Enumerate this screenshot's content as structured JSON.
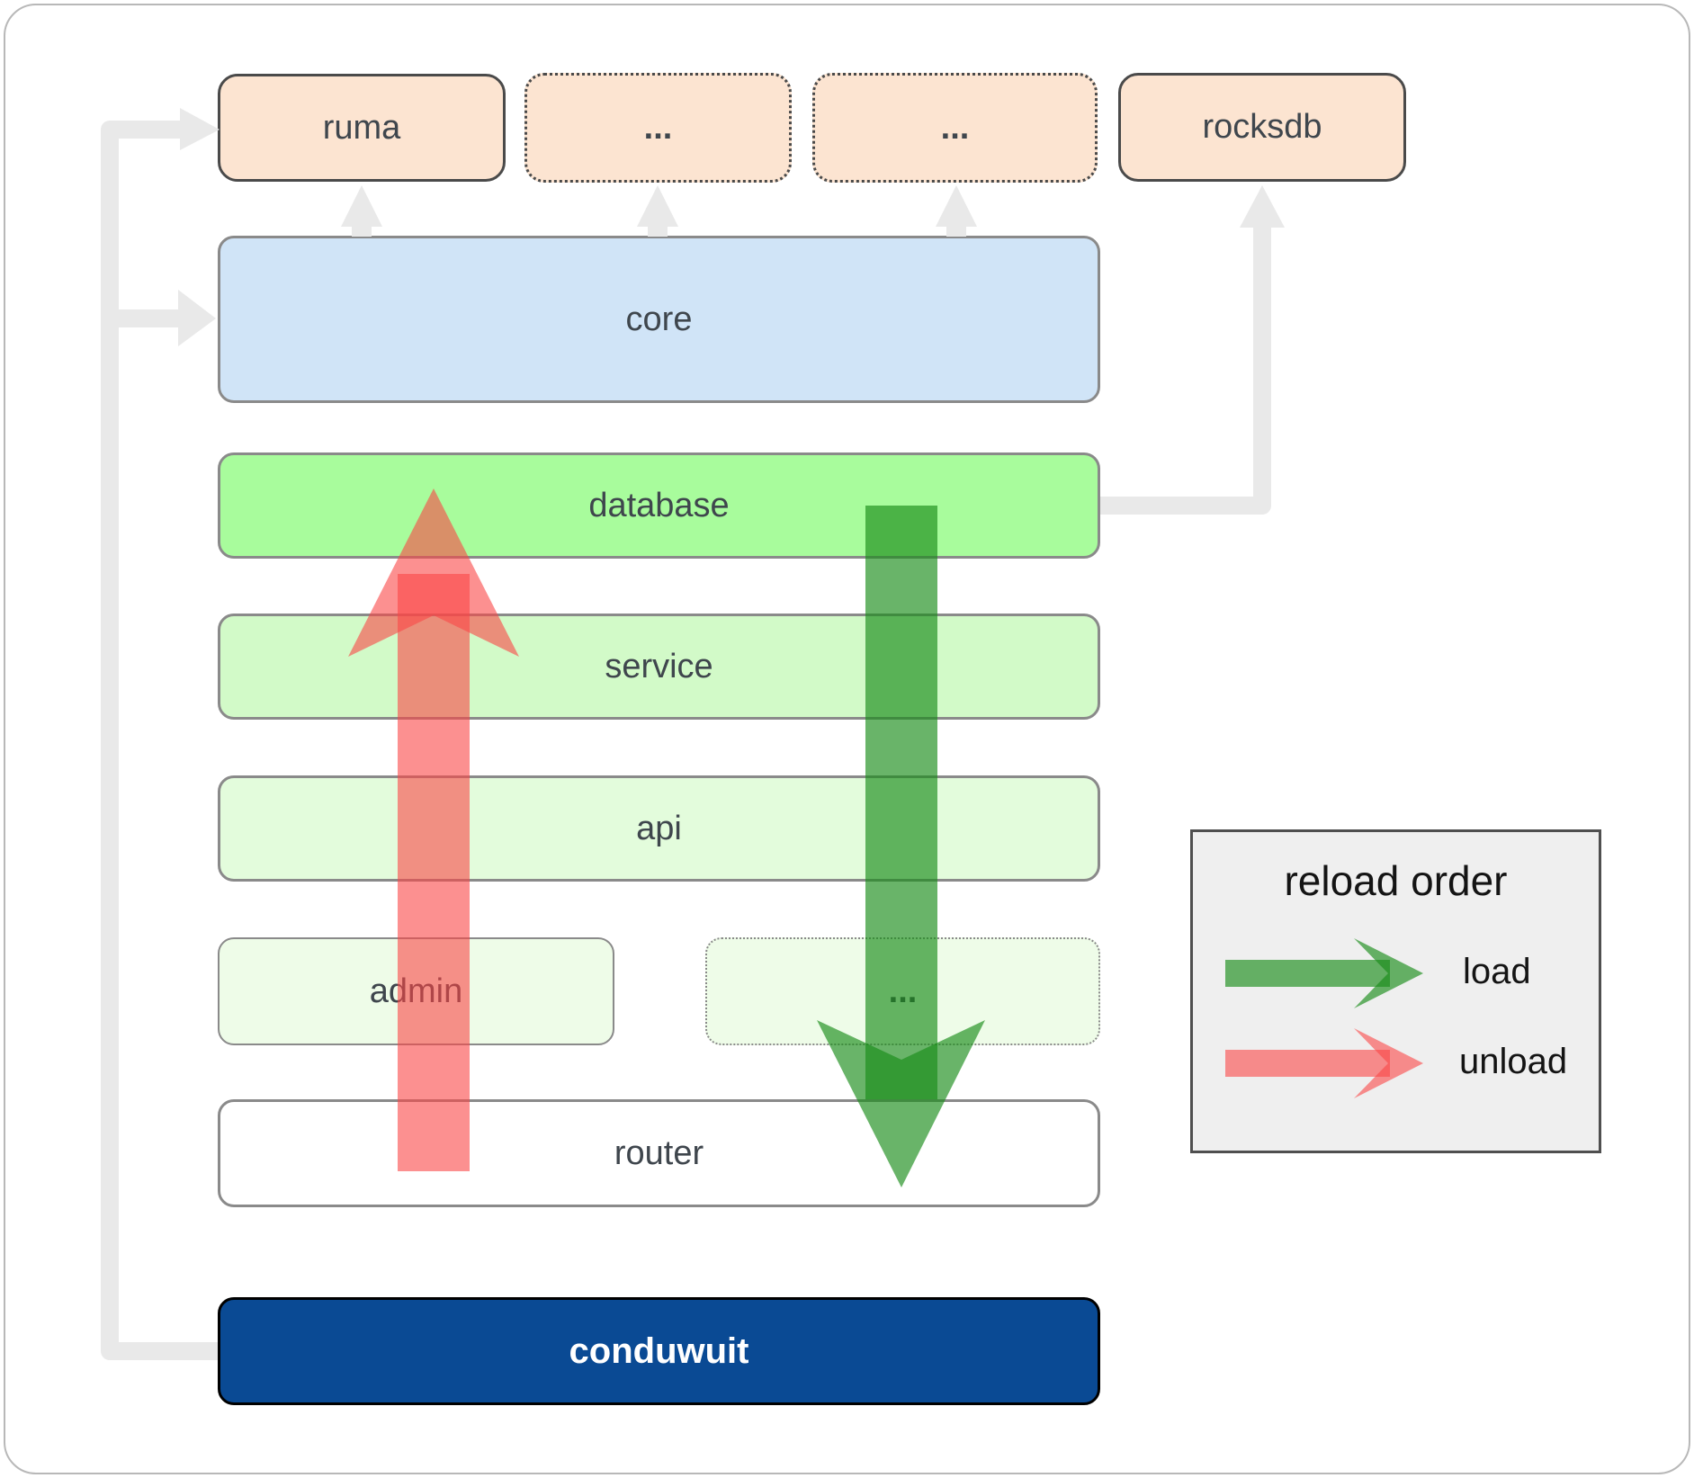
{
  "diagram": {
    "top_row": [
      {
        "label": "ruma",
        "style": "solid"
      },
      {
        "label": "...",
        "style": "dotted"
      },
      {
        "label": "...",
        "style": "dotted"
      },
      {
        "label": "rocksdb",
        "style": "solid"
      }
    ],
    "layers": [
      {
        "label": "core"
      },
      {
        "label": "database"
      },
      {
        "label": "service"
      },
      {
        "label": "api"
      }
    ],
    "split_row": [
      {
        "label": "admin",
        "style": "solid"
      },
      {
        "label": "...",
        "style": "dotted"
      }
    ],
    "router_label": "router",
    "app_label": "conduwuit"
  },
  "legend": {
    "title": "reload order",
    "items": [
      {
        "label": "load"
      },
      {
        "label": "unload"
      }
    ]
  },
  "colors": {
    "load_arrow": "#198c19",
    "unload_arrow": "#fa4646",
    "connector": "#e9e9e9",
    "module_fill": "#fce4d1",
    "core_fill": "#d0e4f7",
    "database_fill": "#a8fc9c",
    "service_fill": "#d2fac8",
    "api_fill": "#e3fcdc",
    "admin_fill": "#eefce8",
    "router_fill": "#ffffff",
    "app_fill": "#0a4a94",
    "legend_bg": "#efefef"
  }
}
